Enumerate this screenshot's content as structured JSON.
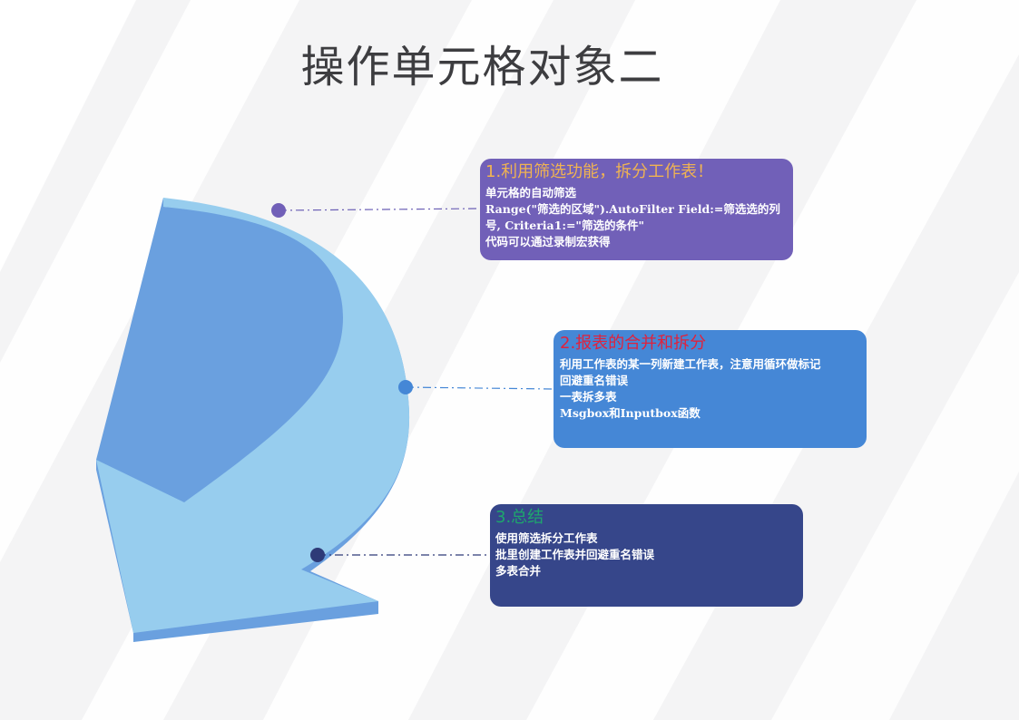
{
  "title": "操作单元格对象二",
  "colors": {
    "background": "#f4f4f5",
    "arrow_face": "#97cdee",
    "arrow_edge": "#6aa0df",
    "card1_bg": "#7160b8",
    "card2_bg": "#4587d6",
    "card3_bg": "#36468a",
    "dot1": "#7160b8",
    "dot2": "#4587d6",
    "dot3": "#2e3a78"
  },
  "cards": [
    {
      "title": "1.利用筛选功能，拆分工作表！",
      "lines": [
        "单元格的自动筛选",
        "Range(\"筛选的区域\").AutoFilter Field:=筛选选的列",
        "号, Criteria1:=\"筛选的条件\"",
        "代码可以通过录制宏获得"
      ]
    },
    {
      "title": "2.报表的合并和拆分",
      "lines": [
        "利用工作表的某一列新建工作表，注意用循环做标记",
        "回避重名错误",
        "一表拆多表",
        "Msgbox和Inputbox函数"
      ]
    },
    {
      "title": "3.总结",
      "lines": [
        "使用筛选拆分工作表",
        "批里创建工作表并回避重名错误",
        "多表合并"
      ]
    }
  ]
}
